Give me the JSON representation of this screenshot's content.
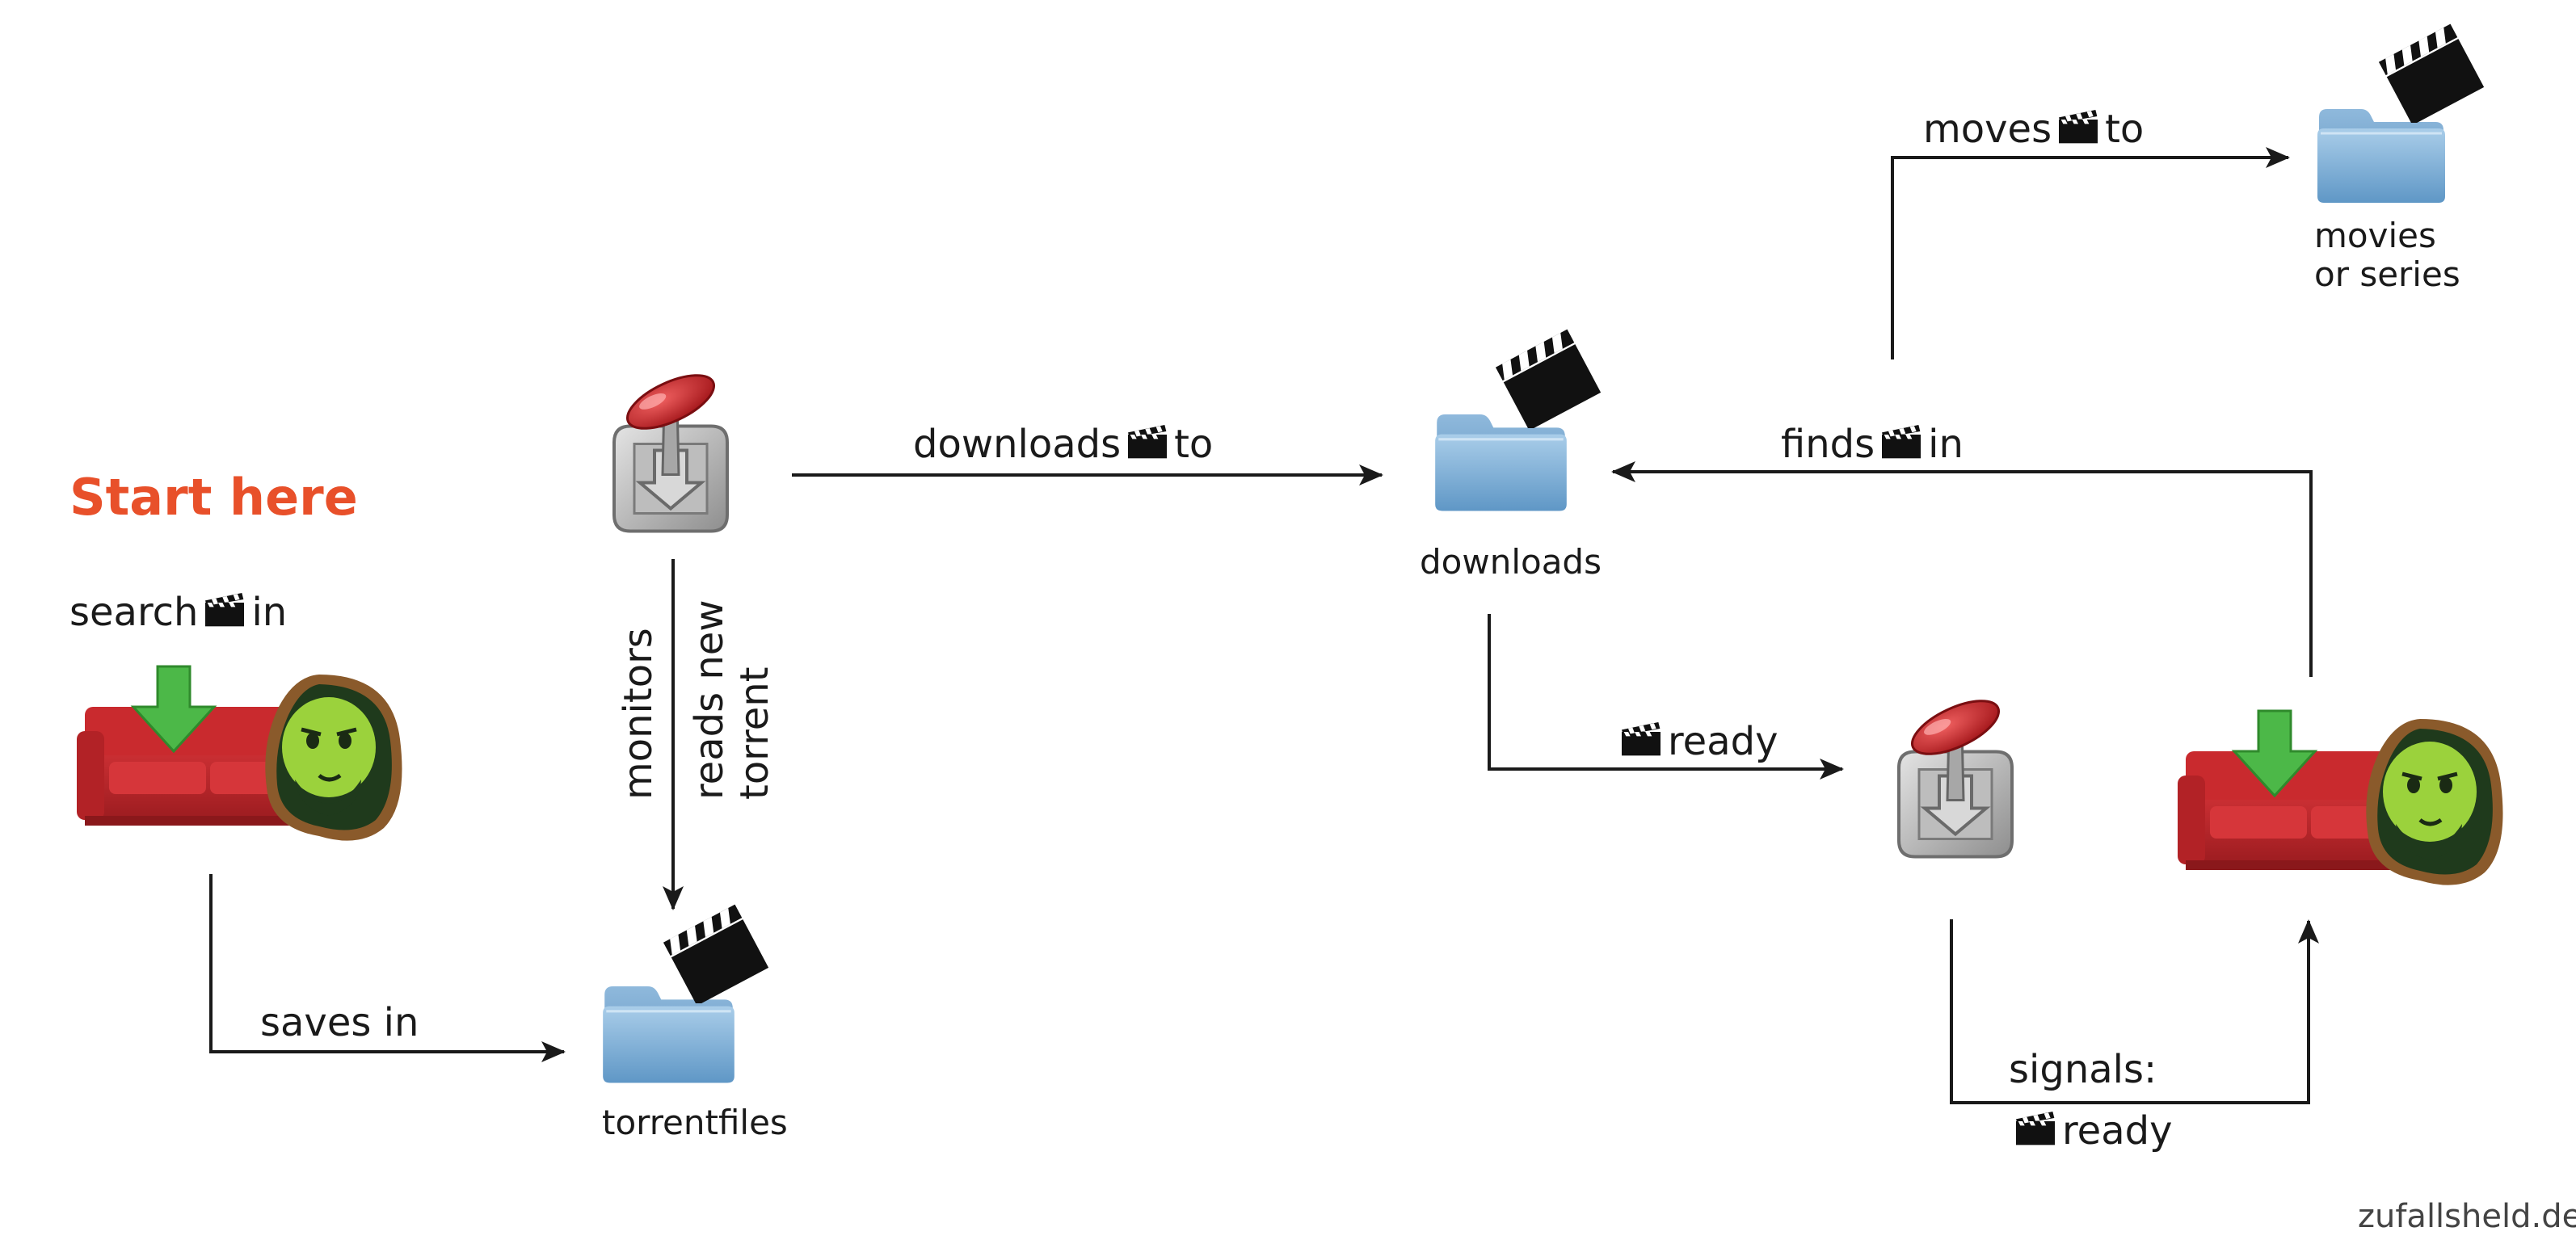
{
  "diagram": {
    "start_label": "Start here",
    "search_label_pre": "search",
    "search_label_post": "in",
    "saves_label": "saves in",
    "monitors_label": "monitors",
    "reads_label_line1": "reads new",
    "reads_label_line2": "torrent",
    "torrentfiles_label": "torrentfiles",
    "downloads_to_pre": "downloads",
    "downloads_to_post": "to",
    "downloads_folder_label": "downloads",
    "ready_label": "ready",
    "finds_pre": "finds",
    "finds_post": "in",
    "moves_pre": "moves",
    "moves_post": "to",
    "movies_line1": "movies",
    "movies_line2": "or series",
    "signals_line1": "signals:",
    "signals_ready": "ready",
    "footer": "zufallsheld.de"
  },
  "colors": {
    "start": "#e8502a",
    "folder": "#7fb0d8",
    "couch": "#c9272b",
    "arrow_green": "#4cb848",
    "mascot": "#9bd23c",
    "transmission_red": "#c9272b"
  },
  "icons": [
    "couch-potato-icon",
    "transmission-icon",
    "folder-icon",
    "clapperboard-icon"
  ]
}
